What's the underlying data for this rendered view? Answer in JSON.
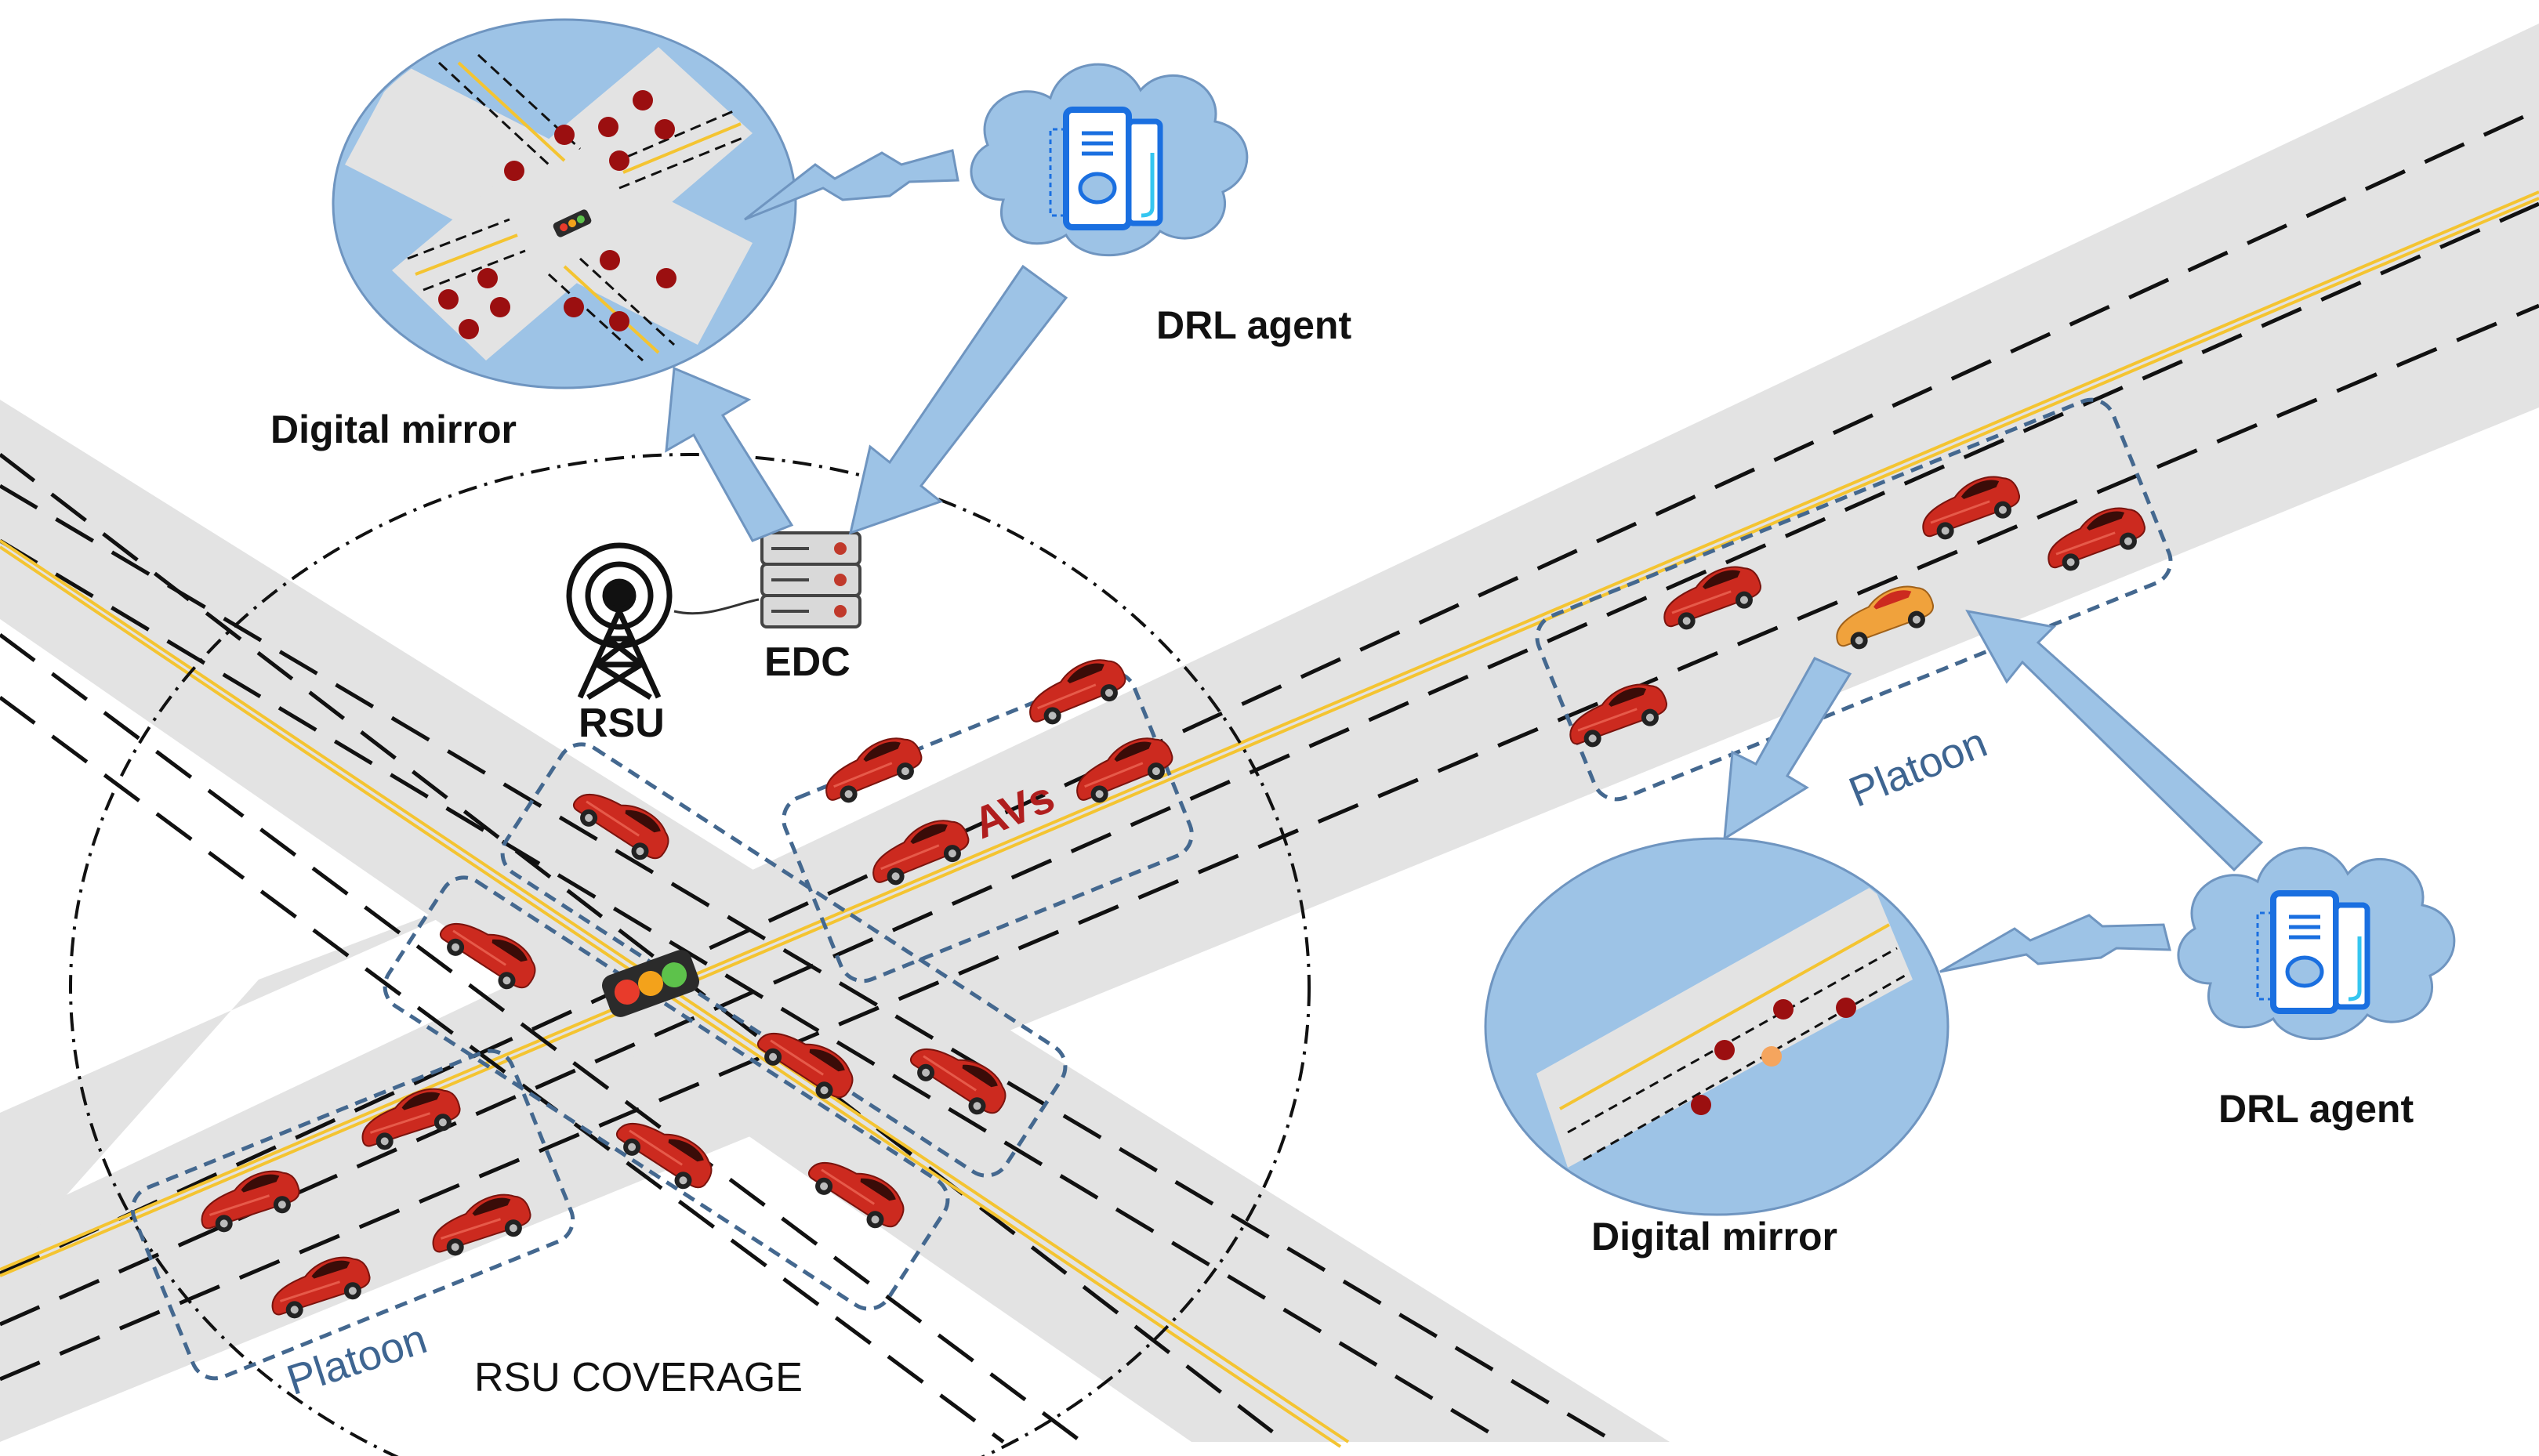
{
  "labels": {
    "drl_agent_top": "DRL agent",
    "digital_mirror_top": "Digital mirror",
    "edc": "EDC",
    "rsu": "RSU",
    "avs": "AVs",
    "platoon_left": "Platoon",
    "platoon_right": "Platoon",
    "rsu_coverage": "RSU COVERAGE",
    "drl_agent_right": "DRL agent",
    "digital_mirror_right": "Digital mirror"
  },
  "colors": {
    "road": "#e3e3e3",
    "lane_line": "#111111",
    "center_line": "#f4c431",
    "platoon_border": "#44688f",
    "platoon_text": "#3e6591",
    "arrow_fill": "#9dc3e6",
    "arrow_stroke": "#6f95c0",
    "cloud_fill": "#9dc3e6",
    "mirror_fill": "#9dc3e6",
    "car_red": "#cc2a1f",
    "car_orange": "#f0a23c",
    "avs_text": "#b01e1e",
    "dot_red": "#9b0f10",
    "dot_orange": "#f5a55e",
    "server_blue": "#1a6fe0"
  },
  "icons": [
    "cloud-icon",
    "server-icon",
    "rsu-tower-icon",
    "edc-rack-icon",
    "traffic-light-icon",
    "car-icon",
    "lightning-link-icon"
  ]
}
